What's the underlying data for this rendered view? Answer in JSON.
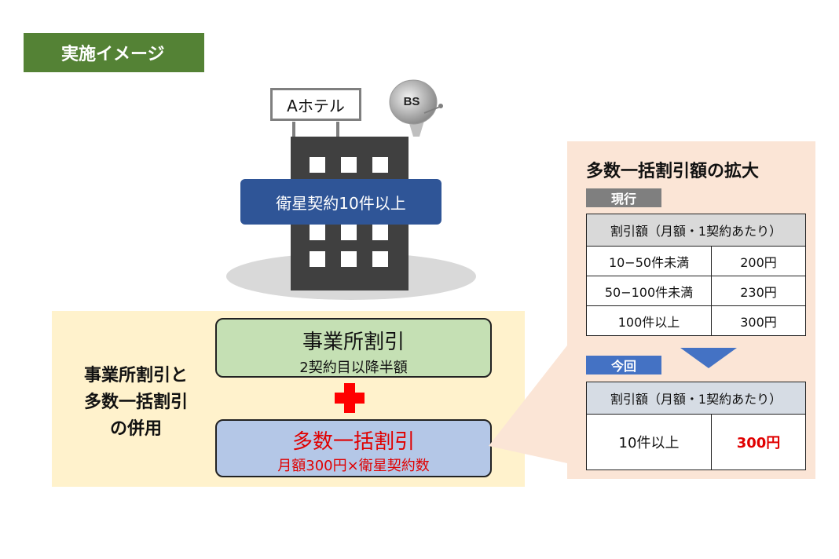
{
  "header": {
    "tag": "実施イメージ"
  },
  "hotel": {
    "sign": "Aホテル",
    "dish_label": "BS",
    "band": "衛星契約10件以上"
  },
  "discounts": {
    "left_label_lines": [
      "事業所割引と",
      "多数一括割引",
      "の併用"
    ],
    "office_title": "事業所割引",
    "office_sub": "2契約目以降半額",
    "bulk_title": "多数一括割引",
    "bulk_sub": "月額300円×衛星契約数"
  },
  "panel": {
    "title": "多数一括割引額の拡大",
    "current_label": "現行",
    "new_label": "今回",
    "table_header": "割引額（月額・1契約あたり）",
    "current_rows": [
      {
        "range": "10−50件未満",
        "amount": "200円"
      },
      {
        "range": "50−100件未満",
        "amount": "230円"
      },
      {
        "range": "100件以上",
        "amount": "300円"
      }
    ],
    "new_rows": [
      {
        "range": "10件以上",
        "amount": "300円"
      }
    ]
  },
  "colors": {
    "tag_green": "#548235",
    "band_blue": "#2f5597",
    "office_green": "#c5e0b4",
    "bulk_blue": "#b4c7e7",
    "highlight_red": "#e00000",
    "panel_peach": "#fbe5d6",
    "yellow_area": "#fff2cc"
  },
  "icons": {
    "dish": "satellite-dish-icon",
    "plus": "plus-icon",
    "arrow": "down-arrow-icon"
  }
}
